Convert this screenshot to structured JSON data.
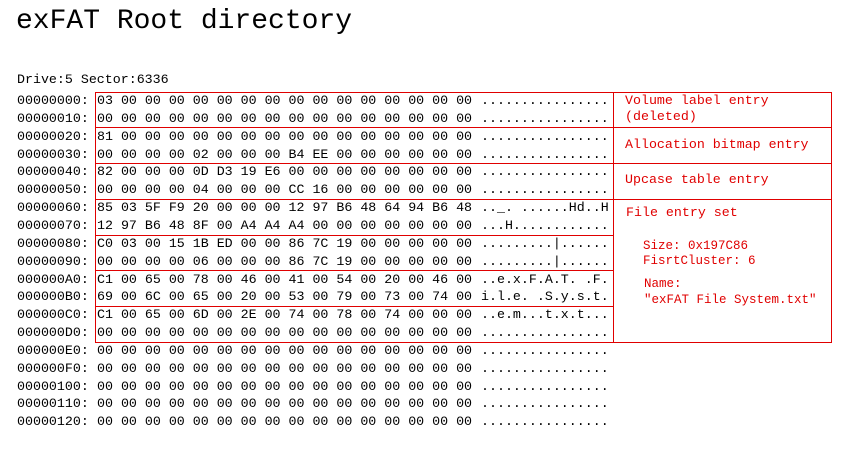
{
  "title": "exFAT Root directory",
  "drive_info": "Drive:5 Sector:6336",
  "highlight_color": "#e00000",
  "rows": [
    {
      "offset": "00000000:",
      "hex": "03 00 00 00 00 00 00 00 00 00 00 00 00 00 00 00",
      "ascii": "................"
    },
    {
      "offset": "00000010:",
      "hex": "00 00 00 00 00 00 00 00 00 00 00 00 00 00 00 00",
      "ascii": "................"
    },
    {
      "offset": "00000020:",
      "hex": "81 00 00 00 00 00 00 00 00 00 00 00 00 00 00 00",
      "ascii": "................"
    },
    {
      "offset": "00000030:",
      "hex": "00 00 00 00 02 00 00 00 B4 EE 00 00 00 00 00 00",
      "ascii": "................"
    },
    {
      "offset": "00000040:",
      "hex": "82 00 00 00 0D D3 19 E6 00 00 00 00 00 00 00 00",
      "ascii": "................"
    },
    {
      "offset": "00000050:",
      "hex": "00 00 00 00 04 00 00 00 CC 16 00 00 00 00 00 00",
      "ascii": "................"
    },
    {
      "offset": "00000060:",
      "hex": "85 03 5F F9 20 00 00 00 12 97 B6 48 64 94 B6 48",
      "ascii": ".._. ......Hd..H"
    },
    {
      "offset": "00000070:",
      "hex": "12 97 B6 48 8F 00 A4 A4 A4 00 00 00 00 00 00 00",
      "ascii": "...H............"
    },
    {
      "offset": "00000080:",
      "hex": "C0 03 00 15 1B ED 00 00 86 7C 19 00 00 00 00 00",
      "ascii": ".........|......"
    },
    {
      "offset": "00000090:",
      "hex": "00 00 00 00 06 00 00 00 86 7C 19 00 00 00 00 00",
      "ascii": ".........|......"
    },
    {
      "offset": "000000A0:",
      "hex": "C1 00 65 00 78 00 46 00 41 00 54 00 20 00 46 00",
      "ascii": "..e.x.F.A.T. .F."
    },
    {
      "offset": "000000B0:",
      "hex": "69 00 6C 00 65 00 20 00 53 00 79 00 73 00 74 00",
      "ascii": "i.l.e. .S.y.s.t."
    },
    {
      "offset": "000000C0:",
      "hex": "C1 00 65 00 6D 00 2E 00 74 00 78 00 74 00 00 00",
      "ascii": "..e.m...t.x.t..."
    },
    {
      "offset": "000000D0:",
      "hex": "00 00 00 00 00 00 00 00 00 00 00 00 00 00 00 00",
      "ascii": "................"
    },
    {
      "offset": "000000E0:",
      "hex": "00 00 00 00 00 00 00 00 00 00 00 00 00 00 00 00",
      "ascii": "................"
    },
    {
      "offset": "000000F0:",
      "hex": "00 00 00 00 00 00 00 00 00 00 00 00 00 00 00 00",
      "ascii": "................"
    },
    {
      "offset": "00000100:",
      "hex": "00 00 00 00 00 00 00 00 00 00 00 00 00 00 00 00",
      "ascii": "................"
    },
    {
      "offset": "00000110:",
      "hex": "00 00 00 00 00 00 00 00 00 00 00 00 00 00 00 00",
      "ascii": "................"
    },
    {
      "offset": "00000120:",
      "hex": "00 00 00 00 00 00 00 00 00 00 00 00 00 00 00 00",
      "ascii": "................"
    }
  ],
  "annotations": {
    "volume_label": "Volume label entry\n(deleted)",
    "allocation_bitmap": "Allocation bitmap entry",
    "upcase_table": "Upcase table entry",
    "file_entry_set": "File entry set",
    "file_size": "Size: 0x197C86",
    "first_cluster": "FisrtCluster: 6",
    "name_label": "Name:",
    "name_value": "\"exFAT File System.txt\""
  }
}
